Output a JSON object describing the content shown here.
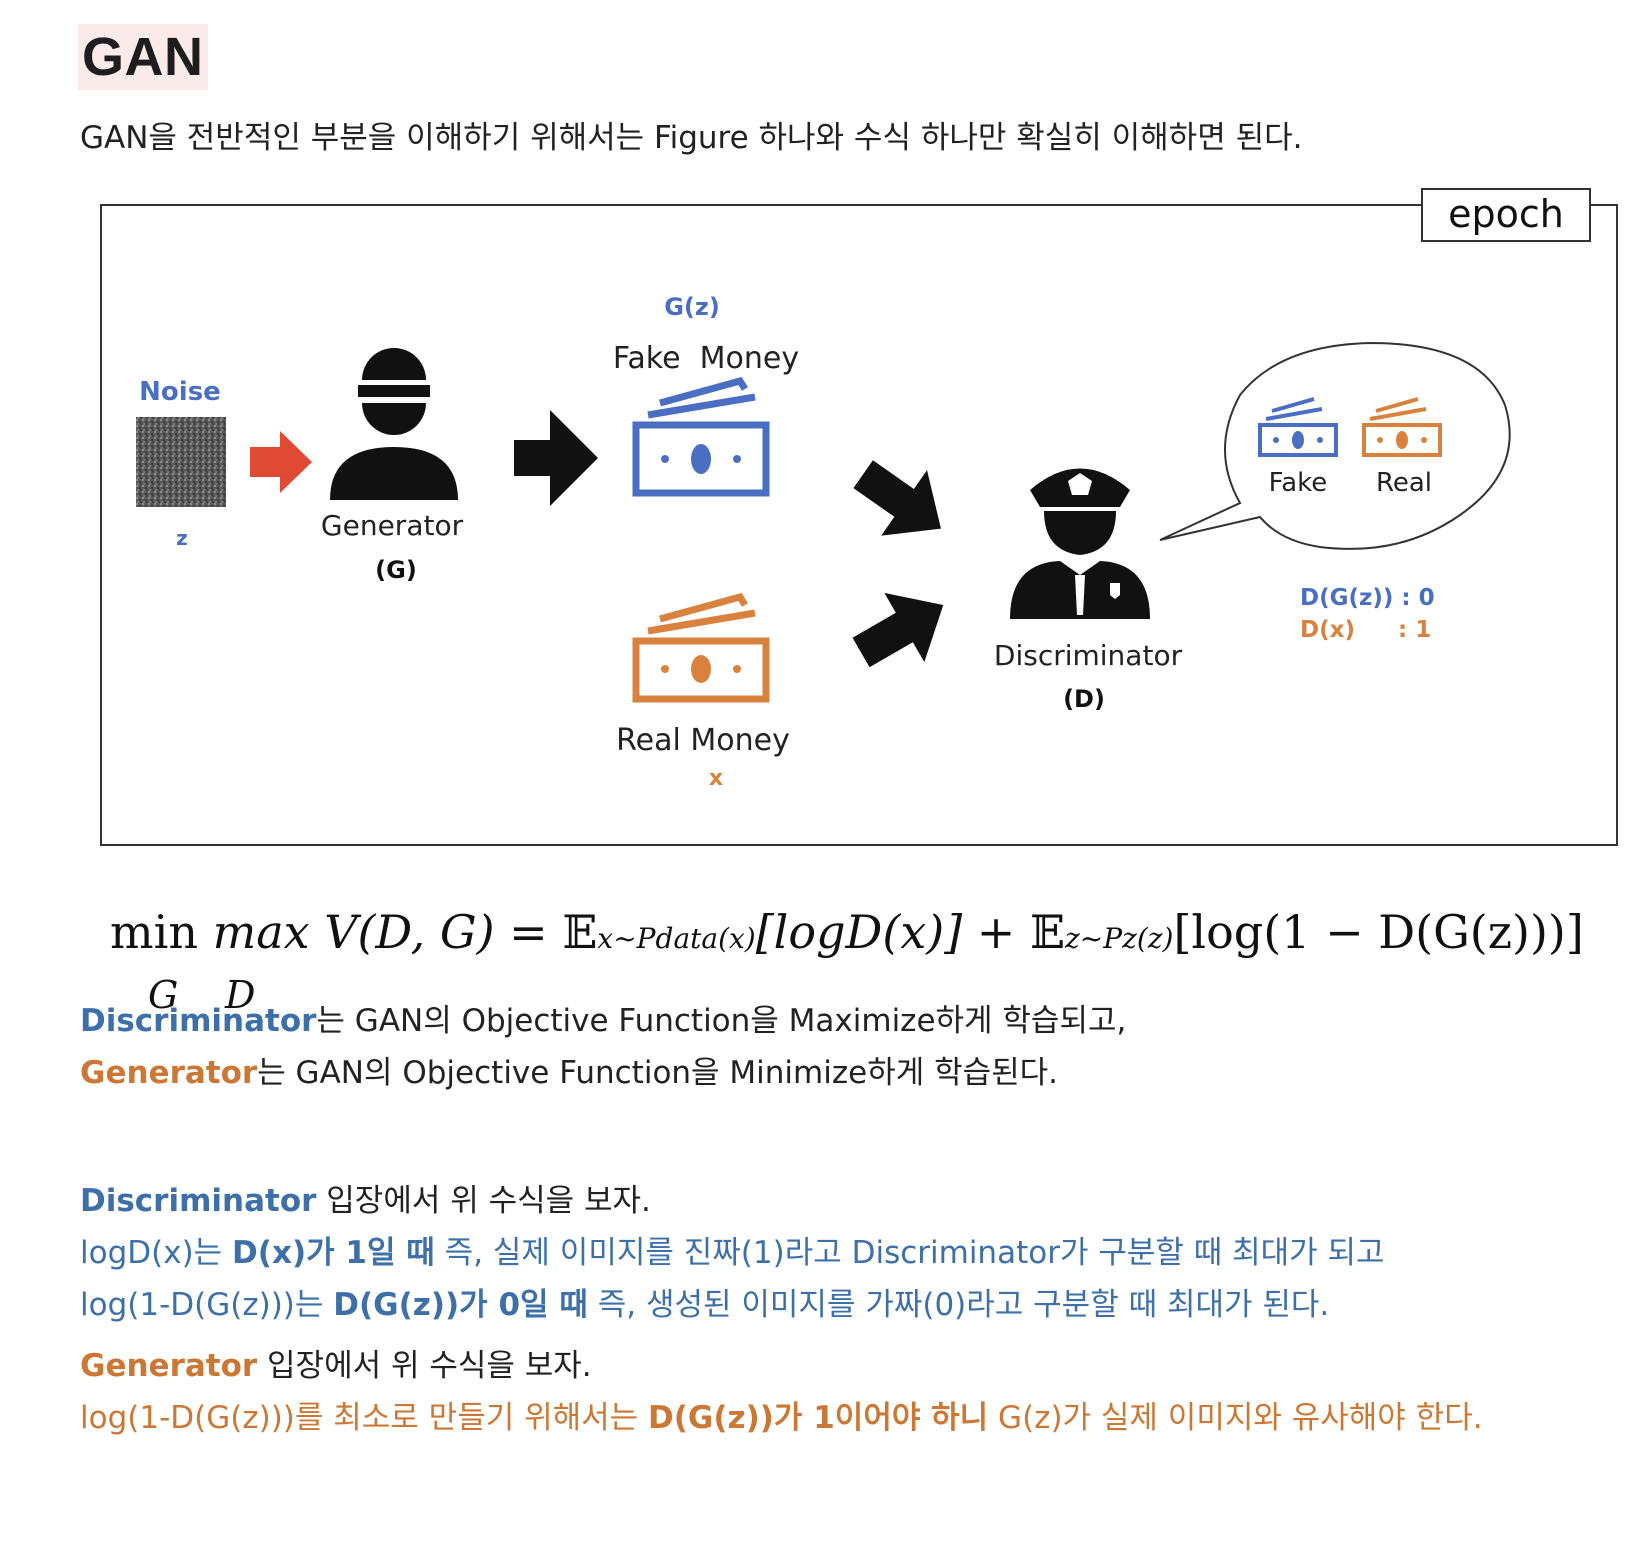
{
  "title": "GAN",
  "intro": "GAN을 전반적인 부분을 이해하기 위해서는 Figure 하나와 수식 하나만 확실히 이해하면 된다.",
  "colors": {
    "blue": "#3d6fa8",
    "orange": "#cc7733",
    "figure_blue": "#4a6fc2",
    "figure_orange": "#d9823e",
    "arrow_red": "#e04a35"
  },
  "figure": {
    "epoch": "epoch",
    "noise_label": "Noise",
    "noise_var": "z",
    "generator_label": "Generator",
    "generator_abbr": "(G)",
    "gz_label": "G(z)",
    "fake_money": "Fake  Money",
    "real_money": "Real Money",
    "real_var": "x",
    "discriminator_label": "Discriminator",
    "discriminator_abbr": "(D)",
    "bubble_fake": "Fake",
    "bubble_real": "Real",
    "dgz_output": "D(G(z)) : 0",
    "dx_output_left": "D(x)",
    "dx_output_right": ": 1",
    "icons": [
      "noise-image",
      "generator-person-icon",
      "money-icon",
      "police-icon",
      "speech-bubble"
    ]
  },
  "formula": {
    "min": "min",
    "max": "max",
    "v": "V(D, G) =",
    "e1": "𝔼",
    "sub1": "x~Pdata(x)",
    "term1": "[logD(x)] + ",
    "e2": "𝔼",
    "sub2": "z~Pz(z)",
    "term2": "[log(1 − D(G(z)))]",
    "under_g": "G",
    "under_d": "D"
  },
  "para1": {
    "l1_a": "Discriminator",
    "l1_b": "는 GAN의 Objective Function을 Maximize하게 학습되고,",
    "l2_a": "Generator",
    "l2_b": "는 GAN의 Objective Function을 Minimize하게 학습된다."
  },
  "para2": {
    "l1_a": "Discriminator",
    "l1_b": " 입장에서 위 수식을 보자.",
    "l2_a": "logD(x)는 ",
    "l2_b": "D(x)가 1일 때",
    "l2_c": " 즉, 실제 이미지를 진짜(1)라고 Discriminator가 구분할 때 최대가 되고",
    "l3_a": "log(1-D(G(z)))는 ",
    "l3_b": "D(G(z))가 0일 때",
    "l3_c": " 즉, 생성된 이미지를 가짜(0)라고 구분할 때 최대가 된다."
  },
  "para3": {
    "l1_a": "Generator",
    "l1_b": " 입장에서 위 수식을 보자.",
    "l2_a": "log(1-D(G(z)))를 최소로 만들기 위해서는 ",
    "l2_b": "D(G(z))가 1이어야 하니",
    "l2_c": " G(z)가 실제 이미지와 유사해야 한다."
  }
}
